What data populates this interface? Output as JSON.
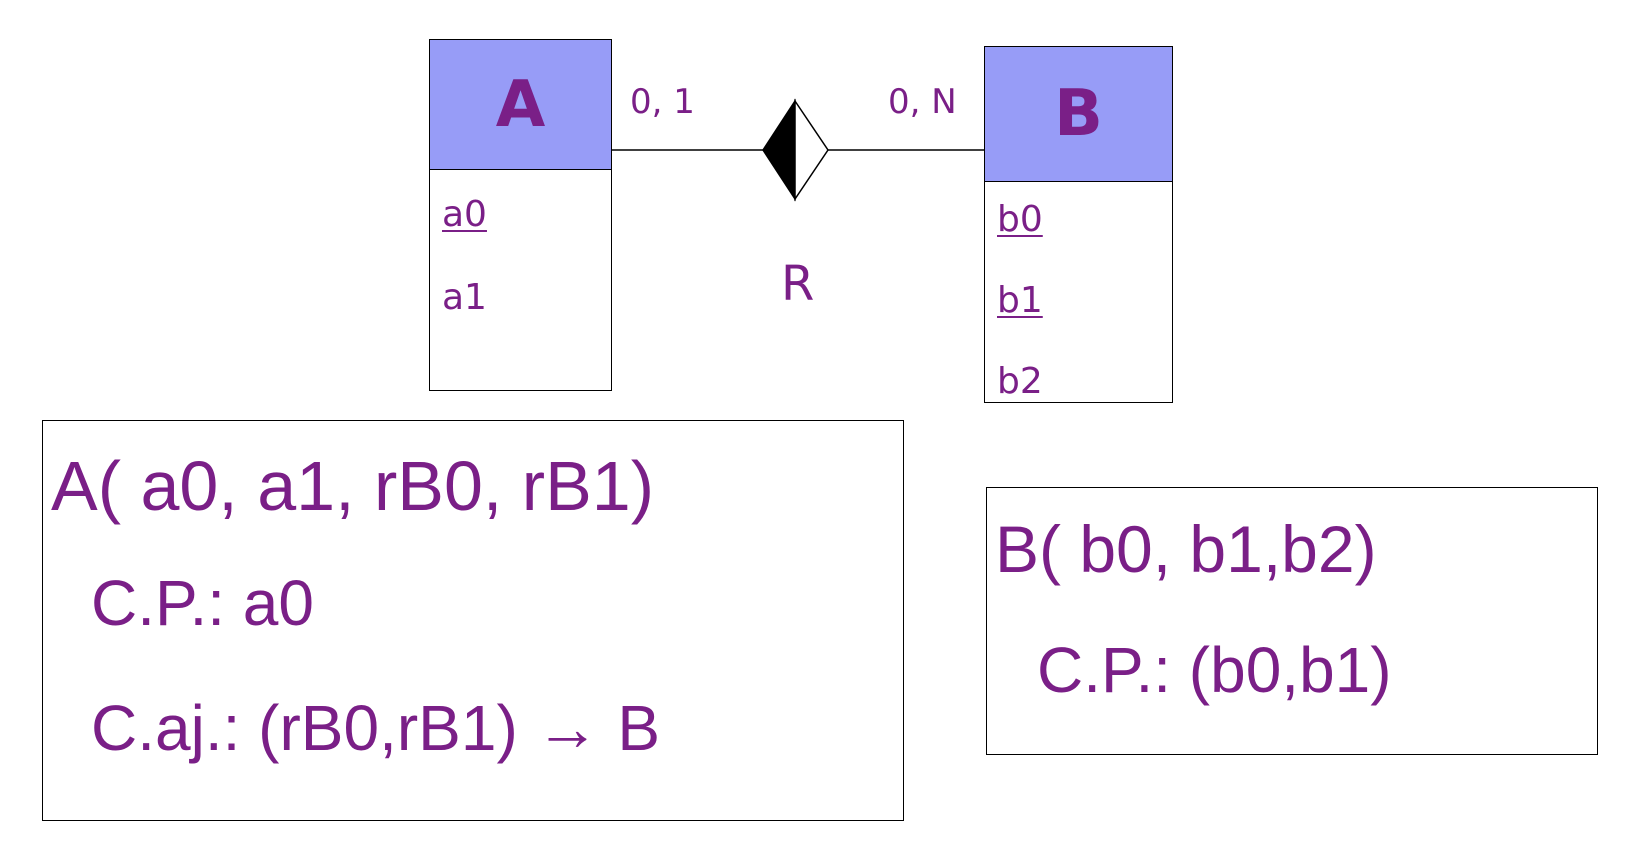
{
  "diagram": {
    "entity_a": {
      "name": "A",
      "attributes": [
        {
          "label": "a0",
          "key": true
        },
        {
          "label": "a1",
          "key": false
        }
      ]
    },
    "entity_b": {
      "name": "B",
      "attributes": [
        {
          "label": "b0",
          "key": true
        },
        {
          "label": "b1",
          "key": true
        },
        {
          "label": "b2",
          "key": false
        }
      ]
    },
    "relationship": {
      "name": "R",
      "cardinality_a": "0, 1",
      "cardinality_b": "0, N"
    }
  },
  "schema_a": {
    "relation": "A( a0, a1, rB0, rB1)",
    "primary_key": "C.P.: a0",
    "foreign_key_prefix": "C.aj.: (rB0,rB1) ",
    "foreign_key_arrow": "→",
    "foreign_key_target": " B"
  },
  "schema_b": {
    "relation": "B( b0, b1,b2)",
    "primary_key": "C.P.: (b0,b1)"
  },
  "colors": {
    "text": "#7a1f87",
    "entity_header": "#979cf7",
    "line": "#000000"
  }
}
